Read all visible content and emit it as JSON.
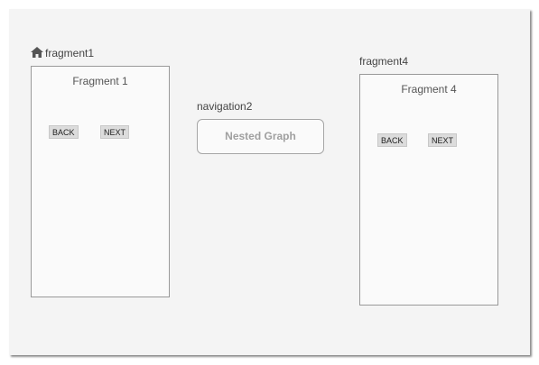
{
  "destinations": {
    "fragment1": {
      "id_label": "fragment1",
      "title": "Fragment 1",
      "back_label": "BACK",
      "next_label": "NEXT",
      "is_start": true
    },
    "navigation2": {
      "id_label": "navigation2",
      "title": "Nested Graph"
    },
    "fragment4": {
      "id_label": "fragment4",
      "title": "Fragment 4",
      "back_label": "BACK",
      "next_label": "NEXT"
    }
  },
  "icons": {
    "start_destination": "home-icon"
  },
  "colors": {
    "canvas": "#f4f4f4",
    "frame_border": "#999999",
    "button_fill": "#dcdcdc",
    "nested_text": "#a0a0a0"
  }
}
